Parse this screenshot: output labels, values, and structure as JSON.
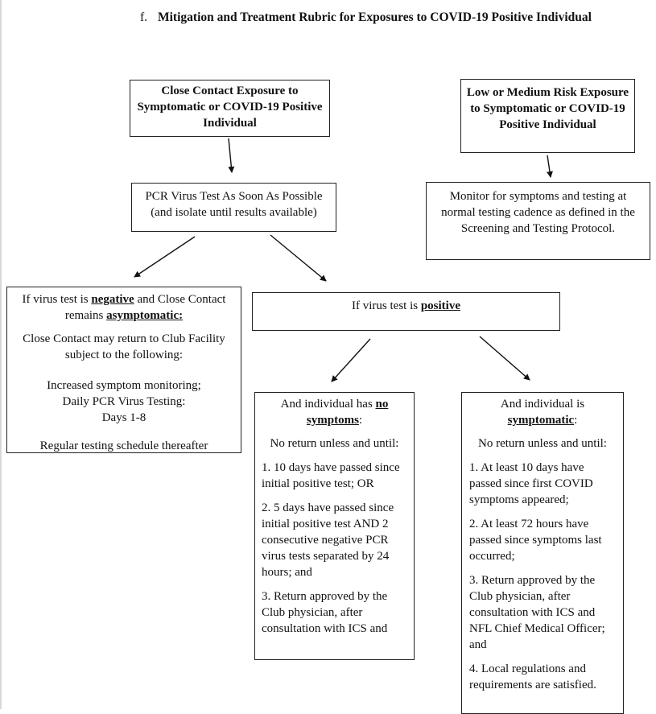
{
  "heading": {
    "letter": "f.",
    "title": "Mitigation and Treatment Rubric for Exposures to COVID-19 Positive Individual"
  },
  "close_contact": {
    "title": "Close Contact Exposure to Symptomatic or COVID-19 Positive Individual"
  },
  "low_risk": {
    "title": "Low or Medium Risk Exposure to Symptomatic or COVID-19 Positive Individual"
  },
  "pcr_test": {
    "line1": "PCR Virus Test As Soon As Possible",
    "line2": "(and isolate until results available)"
  },
  "monitor": {
    "text": "Monitor for symptoms and testing at normal testing cadence as defined in the Screening and Testing Protocol."
  },
  "negative": {
    "pre1": "If virus test is ",
    "neg": "negative",
    "pre2": " and Close Contact remains ",
    "asym": "asymptomatic:",
    "return": "Close Contact may return to Club Facility subject to the following:",
    "conditions": "Increased symptom monitoring;\nDaily PCR Virus Testing:\nDays 1-8",
    "regular": "Regular testing schedule thereafter"
  },
  "positive": {
    "pre": "If virus test is ",
    "word": "positive"
  },
  "no_symptoms": {
    "pre": "And individual has ",
    "no": "no",
    "symptoms": "symptoms",
    "colon": ":",
    "no_return": "No return unless and until:",
    "items": [
      "1. 10 days have passed since initial positive test; OR",
      "2. 5 days have passed since initial positive test AND 2 consecutive negative PCR virus tests separated by 24 hours; and",
      "3. Return approved by the Club physician, after consultation with ICS and"
    ]
  },
  "symptomatic": {
    "pre": "And individual is",
    "word": "symptomatic",
    "colon": ":",
    "no_return": "No return unless and until:",
    "items": [
      "1. At least 10 days have passed since first COVID symptoms appeared;",
      "2. At least 72 hours have passed since symptoms last occurred;",
      "3. Return approved by the Club physician, after consultation with ICS and NFL Chief Medical Officer; and",
      "4.  Local regulations and requirements are satisfied."
    ]
  }
}
